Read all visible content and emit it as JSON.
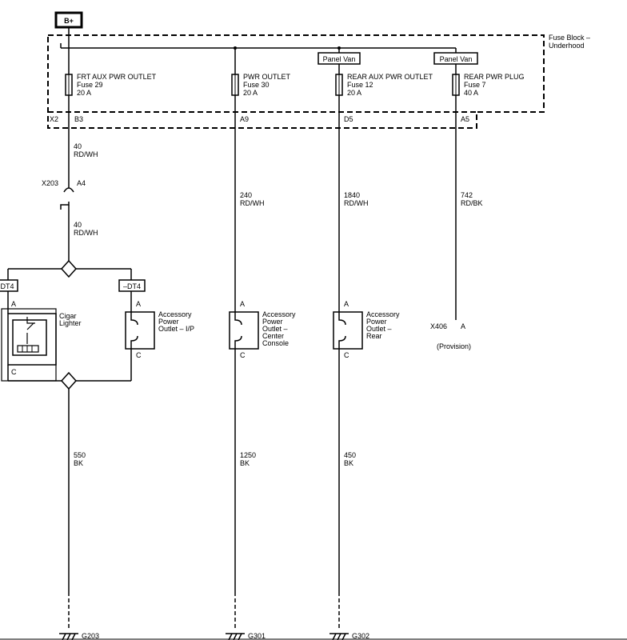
{
  "power_source": {
    "label": "B+"
  },
  "fuse_block": {
    "title_line1": "Fuse Block –",
    "title_line2": "Underhood",
    "connector": "X2"
  },
  "panel_van_label": "Panel Van",
  "circuits": [
    {
      "fuse_name": "FRT AUX PWR OUTLET",
      "fuse_number": "Fuse 29",
      "fuse_rating": "20 A",
      "pin": "B3",
      "wire_number": "40",
      "wire_color": "RD/WH"
    },
    {
      "fuse_name": "PWR OUTLET",
      "fuse_number": "Fuse 30",
      "fuse_rating": "20 A",
      "pin": "A9",
      "wire_number": "240",
      "wire_color": "RD/WH"
    },
    {
      "fuse_name": "REAR AUX PWR OUTLET",
      "fuse_number": "Fuse 12",
      "fuse_rating": "20 A",
      "pin": "D5",
      "wire_number": "1840",
      "wire_color": "RD/WH"
    },
    {
      "fuse_name": "REAR PWR PLUG",
      "fuse_number": "Fuse 7",
      "fuse_rating": "40 A",
      "pin": "A5",
      "wire_number": "742",
      "wire_color": "RD/BK"
    }
  ],
  "inline_connector": {
    "name": "X203",
    "pin": "A4",
    "wire_number": "40",
    "wire_color": "RD/WH"
  },
  "options": {
    "left": "DT4",
    "right": "–DT4"
  },
  "components": [
    {
      "line1": "Cigar",
      "line2": "Lighter",
      "pin_top": "A",
      "pin_bottom": "C"
    },
    {
      "line1": "Accessory",
      "line2": "Power",
      "line3": "Outlet – I/P",
      "pin_top": "A",
      "pin_bottom": "C"
    },
    {
      "line1": "Accessory",
      "line2": "Power",
      "line3": "Outlet –",
      "line4": "Center",
      "line5": "Console",
      "pin_top": "A",
      "pin_bottom": "C"
    },
    {
      "line1": "Accessory",
      "line2": "Power",
      "line3": "Outlet –",
      "line4": "Rear",
      "pin_top": "A",
      "pin_bottom": "C"
    }
  ],
  "provision": {
    "connector": "X406",
    "pin": "A",
    "label": "(Provision)"
  },
  "ground_wires": [
    {
      "wire_number": "550",
      "wire_color": "BK",
      "ground": "G203"
    },
    {
      "wire_number": "1250",
      "wire_color": "BK",
      "ground": "G301"
    },
    {
      "wire_number": "450",
      "wire_color": "BK",
      "ground": "G302"
    }
  ]
}
